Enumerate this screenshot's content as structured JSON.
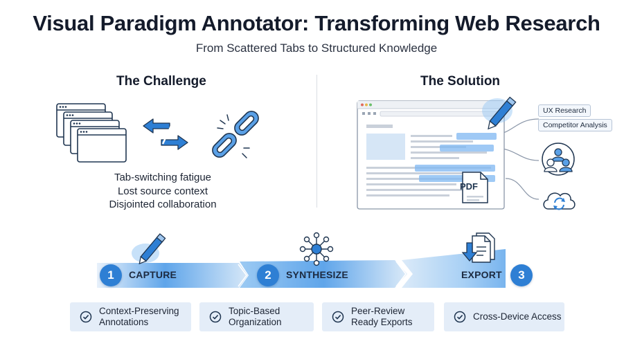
{
  "header": {
    "title": "Visual Paradigm Annotator: Transforming Web Research",
    "subtitle": "From Scattered Tabs to Structured Knowledge"
  },
  "challenge": {
    "heading": "The Challenge",
    "points": [
      "Tab-switching fatigue",
      "Lost source context",
      "Disjointed collaboration"
    ],
    "icons": [
      "stacked-windows-icon",
      "switch-arrows-icon",
      "broken-chain-icon"
    ]
  },
  "solution": {
    "heading": "The Solution",
    "tags": [
      "UX Research",
      "Competitor Analysis"
    ],
    "pdf_label": "PDF",
    "icons": [
      "browser-window-icon",
      "pen-icon",
      "pdf-document-icon",
      "team-icon",
      "cloud-sync-icon"
    ]
  },
  "process": {
    "steps": [
      {
        "number": "1",
        "label": "CAPTURE",
        "icon": "pen-icon"
      },
      {
        "number": "2",
        "label": "SYNTHESIZE",
        "icon": "network-hub-icon"
      },
      {
        "number": "3",
        "label": "EXPORT",
        "icon": "export-documents-icon"
      }
    ]
  },
  "features": [
    {
      "text": "Context-Preserving\nAnnotations",
      "icon": "check-circle-icon"
    },
    {
      "text": "Topic-Based\nOrganization",
      "icon": "check-circle-icon"
    },
    {
      "text": "Peer-Review\nReady Exports",
      "icon": "check-circle-icon"
    },
    {
      "text": "Cross-Device Access",
      "icon": "check-circle-icon"
    }
  ],
  "colors": {
    "accent": "#2e7fd4",
    "highlight": "#8fc3f4",
    "feature_bg": "#e4edf8",
    "icon_stroke": "#1f3550"
  }
}
